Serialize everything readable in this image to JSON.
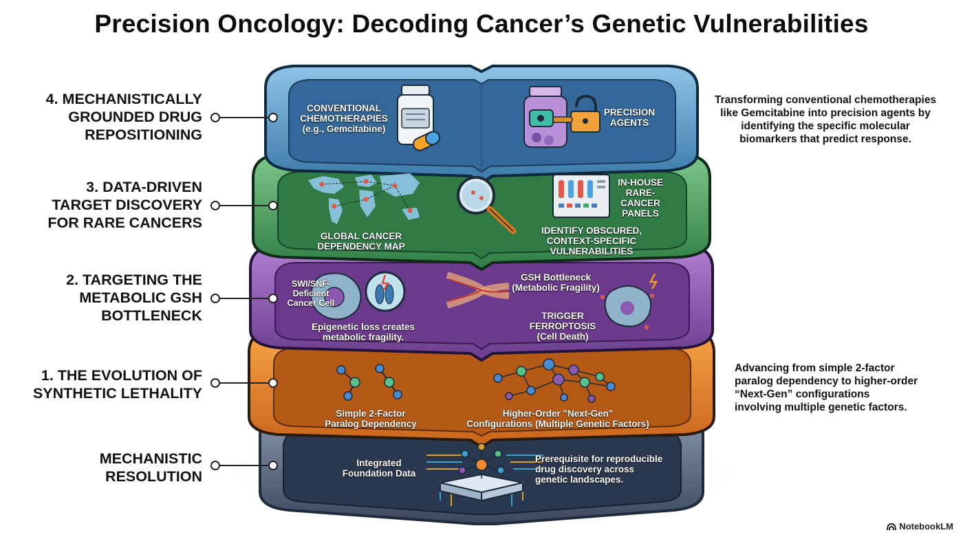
{
  "title": "Precision Oncology: Decoding Cancer’s Genetic Vulnerabilities",
  "layers": [
    {
      "id": "layer4",
      "label_lines": [
        "4. MECHANISTICALLY",
        "GROUNDED DRUG",
        "REPOSITIONING"
      ],
      "items": {
        "left_lines": [
          "CONVENTIONAL",
          "CHEMOTHERAPIES",
          "(e.g., Gemcitabine)"
        ],
        "right_lines": [
          "PRECISION",
          "AGENTS"
        ]
      },
      "description_lines": [
        "Transforming conventional chemotherapies",
        "like Gemcitabine into precision agents by",
        "identifying the specific molecular",
        "biomarkers that predict response."
      ]
    },
    {
      "id": "layer3",
      "label_lines": [
        "3. DATA-DRIVEN",
        "TARGET DISCOVERY",
        "FOR RARE CANCERS"
      ],
      "items": {
        "map_lines": [
          "GLOBAL CANCER",
          "DEPENDENCY MAP"
        ],
        "panel_lines": [
          "IN-HOUSE",
          "RARE-",
          "CANCER",
          "PANELS"
        ],
        "identify_lines": [
          "IDENTIFY OBSCURED,",
          "CONTEXT-SPECIFIC",
          "VULNERABILITIES"
        ]
      }
    },
    {
      "id": "layer2",
      "label_lines": [
        "2. TARGETING THE",
        "METABOLIC GSH",
        "BOTTLENECK"
      ],
      "items": {
        "cell_lines": [
          "SWI/SNF-",
          "Deficient",
          "Cancer Cell"
        ],
        "loss_lines": [
          "Epigenetic loss creates",
          "metabolic fragility."
        ],
        "gsh_lines": [
          "GSH Bottleneck",
          "(Metabolic Fragility)"
        ],
        "ferro_lines": [
          "TRIGGER",
          "FERROPTOSIS",
          "(Cell Death)"
        ]
      }
    },
    {
      "id": "layer1",
      "label_lines": [
        "1. THE EVOLUTION OF",
        "SYNTHETIC LETHALITY"
      ],
      "items": {
        "simple_lines": [
          "Simple 2-Factor",
          "Paralog Dependency"
        ],
        "higher_lines": [
          "Higher-Order \"Next-Gen\"",
          "Configurations (Multiple Genetic Factors)"
        ]
      },
      "description_lines": [
        "Advancing from simple 2-factor",
        "paralog dependency to higher-order",
        "“Next-Gen” configurations",
        "involving multiple genetic factors."
      ]
    },
    {
      "id": "base",
      "label_lines": [
        "MECHANISTIC",
        "RESOLUTION"
      ],
      "items": {
        "data_lines": [
          "Integrated",
          "Foundation Data"
        ],
        "prereq_lines": [
          "Prerequisite for reproducible",
          "drug discovery across",
          "genetic landscapes."
        ]
      }
    }
  ],
  "brand": "NotebookLM",
  "colors": {
    "blue": "#3f7fae",
    "green": "#3e8f4f",
    "purple": "#7a4a9a",
    "orange": "#d9771f",
    "slate": "#4a5a72"
  }
}
